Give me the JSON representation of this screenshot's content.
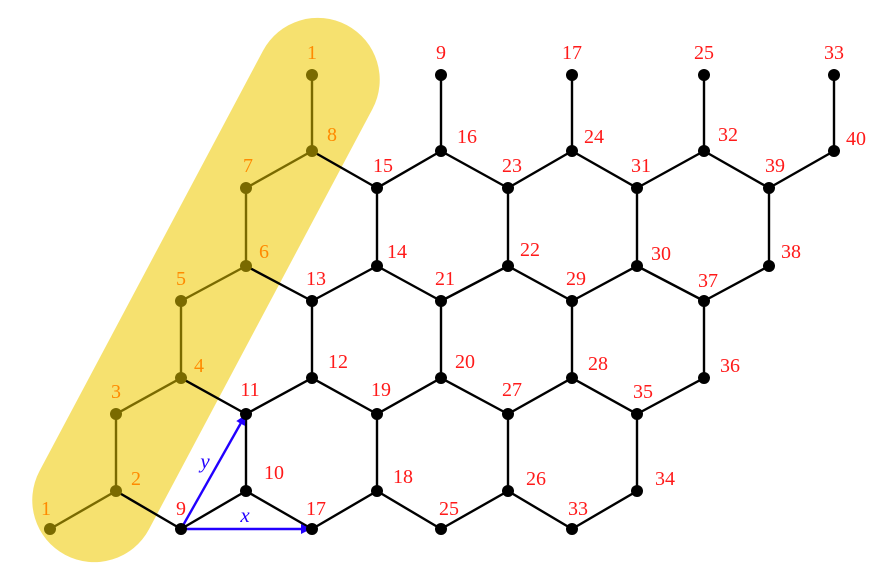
{
  "diagram": {
    "colors": {
      "edge": "#000000",
      "node": "#000000",
      "label": "#ff1a1a",
      "highlight_fill": "#f5dc56",
      "highlight_edge": "#7a6a00",
      "highlight_label": "#ff8a00",
      "vector": "#2200ff"
    },
    "nodes": [
      {
        "id": "a1",
        "label": "1",
        "highlight": true
      },
      {
        "id": "a2",
        "label": "2",
        "highlight": true
      },
      {
        "id": "a3",
        "label": "3",
        "highlight": true
      },
      {
        "id": "a4",
        "label": "4",
        "highlight": true
      },
      {
        "id": "a5",
        "label": "5",
        "highlight": true
      },
      {
        "id": "a6",
        "label": "6",
        "highlight": true
      },
      {
        "id": "a7",
        "label": "7",
        "highlight": true
      },
      {
        "id": "a8",
        "label": "8",
        "highlight": true
      },
      {
        "id": "a1t",
        "label": "1",
        "highlight": true
      },
      {
        "id": "n9",
        "label": "9"
      },
      {
        "id": "n10",
        "label": "10"
      },
      {
        "id": "n11",
        "label": "11"
      },
      {
        "id": "n12",
        "label": "12"
      },
      {
        "id": "n13",
        "label": "13"
      },
      {
        "id": "n14",
        "label": "14"
      },
      {
        "id": "n15",
        "label": "15"
      },
      {
        "id": "n16",
        "label": "16"
      },
      {
        "id": "n9t",
        "label": "9"
      },
      {
        "id": "n17",
        "label": "17"
      },
      {
        "id": "n18",
        "label": "18"
      },
      {
        "id": "n19",
        "label": "19"
      },
      {
        "id": "n20",
        "label": "20"
      },
      {
        "id": "n21",
        "label": "21"
      },
      {
        "id": "n22",
        "label": "22"
      },
      {
        "id": "n23",
        "label": "23"
      },
      {
        "id": "n24",
        "label": "24"
      },
      {
        "id": "n17t",
        "label": "17"
      },
      {
        "id": "n25",
        "label": "25"
      },
      {
        "id": "n26",
        "label": "26"
      },
      {
        "id": "n27",
        "label": "27"
      },
      {
        "id": "n28",
        "label": "28"
      },
      {
        "id": "n29",
        "label": "29"
      },
      {
        "id": "n30",
        "label": "30"
      },
      {
        "id": "n31",
        "label": "31"
      },
      {
        "id": "n32",
        "label": "32"
      },
      {
        "id": "n25t",
        "label": "25"
      },
      {
        "id": "n33",
        "label": "33"
      },
      {
        "id": "n34",
        "label": "34"
      },
      {
        "id": "n35",
        "label": "35"
      },
      {
        "id": "n36",
        "label": "36"
      },
      {
        "id": "n37",
        "label": "37"
      },
      {
        "id": "n38",
        "label": "38"
      },
      {
        "id": "n39",
        "label": "39"
      },
      {
        "id": "n40",
        "label": "40"
      },
      {
        "id": "n33t",
        "label": "33"
      }
    ],
    "edges": [
      [
        "a1",
        "a2",
        true
      ],
      [
        "a2",
        "a3",
        true
      ],
      [
        "a3",
        "a4",
        true
      ],
      [
        "a4",
        "a5",
        true
      ],
      [
        "a5",
        "a6",
        true
      ],
      [
        "a6",
        "a7",
        true
      ],
      [
        "a7",
        "a8",
        true
      ],
      [
        "a8",
        "a1t",
        true
      ],
      [
        "a2",
        "n9"
      ],
      [
        "a4",
        "n11"
      ],
      [
        "a6",
        "n13"
      ],
      [
        "a8",
        "n15"
      ],
      [
        "n9",
        "n10"
      ],
      [
        "n10",
        "n11"
      ],
      [
        "n11",
        "n12"
      ],
      [
        "n12",
        "n13"
      ],
      [
        "n13",
        "n14"
      ],
      [
        "n14",
        "n15"
      ],
      [
        "n15",
        "n16"
      ],
      [
        "n16",
        "n9t"
      ],
      [
        "n10",
        "n17"
      ],
      [
        "n12",
        "n19"
      ],
      [
        "n14",
        "n21"
      ],
      [
        "n16",
        "n23"
      ],
      [
        "n17",
        "n18"
      ],
      [
        "n18",
        "n19"
      ],
      [
        "n19",
        "n20"
      ],
      [
        "n20",
        "n21"
      ],
      [
        "n21",
        "n22"
      ],
      [
        "n22",
        "n23"
      ],
      [
        "n23",
        "n24"
      ],
      [
        "n24",
        "n17t"
      ],
      [
        "n18",
        "n25"
      ],
      [
        "n20",
        "n27"
      ],
      [
        "n22",
        "n29"
      ],
      [
        "n24",
        "n31"
      ],
      [
        "n25",
        "n26"
      ],
      [
        "n26",
        "n27"
      ],
      [
        "n27",
        "n28"
      ],
      [
        "n28",
        "n29"
      ],
      [
        "n29",
        "n30"
      ],
      [
        "n30",
        "n31"
      ],
      [
        "n31",
        "n32"
      ],
      [
        "n32",
        "n25t"
      ],
      [
        "n26",
        "n33"
      ],
      [
        "n28",
        "n35"
      ],
      [
        "n30",
        "n37"
      ],
      [
        "n32",
        "n39"
      ],
      [
        "n33",
        "n34"
      ],
      [
        "n34",
        "n35"
      ],
      [
        "n35",
        "n36"
      ],
      [
        "n36",
        "n37"
      ],
      [
        "n37",
        "n38"
      ],
      [
        "n38",
        "n39"
      ],
      [
        "n39",
        "n40"
      ],
      [
        "n40",
        "n33t"
      ]
    ],
    "vectors": [
      {
        "id": "vec-x",
        "from": "n9",
        "to": "n17",
        "label": "x"
      },
      {
        "id": "vec-y",
        "from": "n9",
        "to": "n11",
        "label": "y"
      }
    ]
  }
}
